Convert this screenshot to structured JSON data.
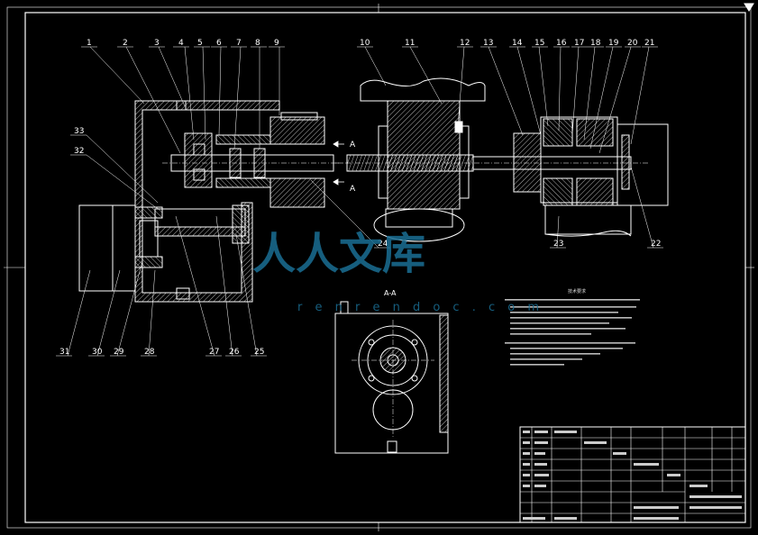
{
  "drawing": {
    "section_label": "A-A",
    "section_marker_top": "A",
    "section_marker_bottom": "A",
    "notes_title": "技术要求",
    "part_numbers_top": [
      "1",
      "2",
      "3",
      "4",
      "5",
      "6",
      "7",
      "8",
      "9",
      "10",
      "11",
      "12",
      "13",
      "14",
      "15",
      "16",
      "17",
      "18",
      "19",
      "20",
      "21"
    ],
    "part_numbers_left": [
      "33",
      "32"
    ],
    "part_numbers_bottom": [
      "31",
      "30",
      "29",
      "28",
      "27",
      "26",
      "25"
    ],
    "part_number_24": "24",
    "part_number_23": "23",
    "part_number_22": "22"
  },
  "watermark": {
    "text": "人人文库",
    "url": "r e n r e n d o c . c o m"
  }
}
